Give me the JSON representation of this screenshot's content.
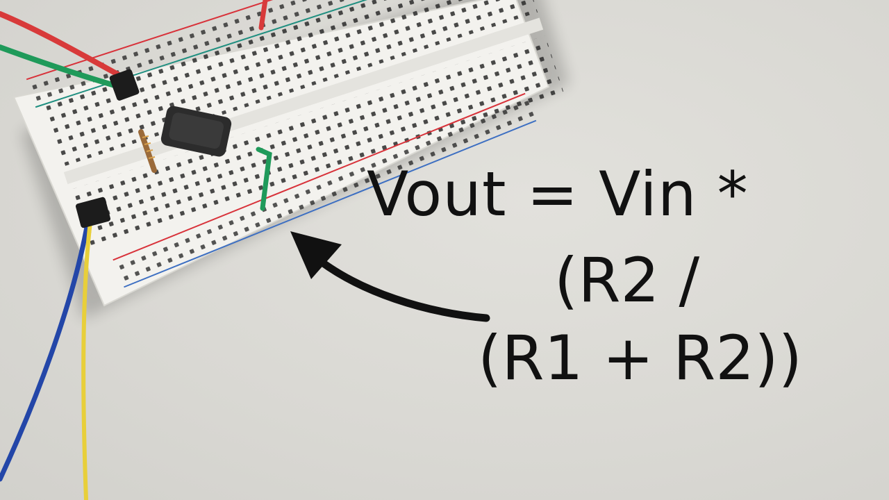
{
  "formula": {
    "line1": "Vout = Vin *",
    "line2": "(R2 /",
    "line3": "(R1 + R2))"
  },
  "icons": {
    "arrow": "curved-arrow-icon"
  },
  "colors": {
    "background": "#dcdbd6",
    "breadboard": "#f3f2ee",
    "rail_red": "#d8323a",
    "rail_blue": "#3d6fc2",
    "text": "#111111",
    "wire_red": "#d83a3a",
    "wire_green": "#1f9a5a",
    "wire_blue": "#2346a8",
    "wire_yellow": "#e8cf3a"
  }
}
